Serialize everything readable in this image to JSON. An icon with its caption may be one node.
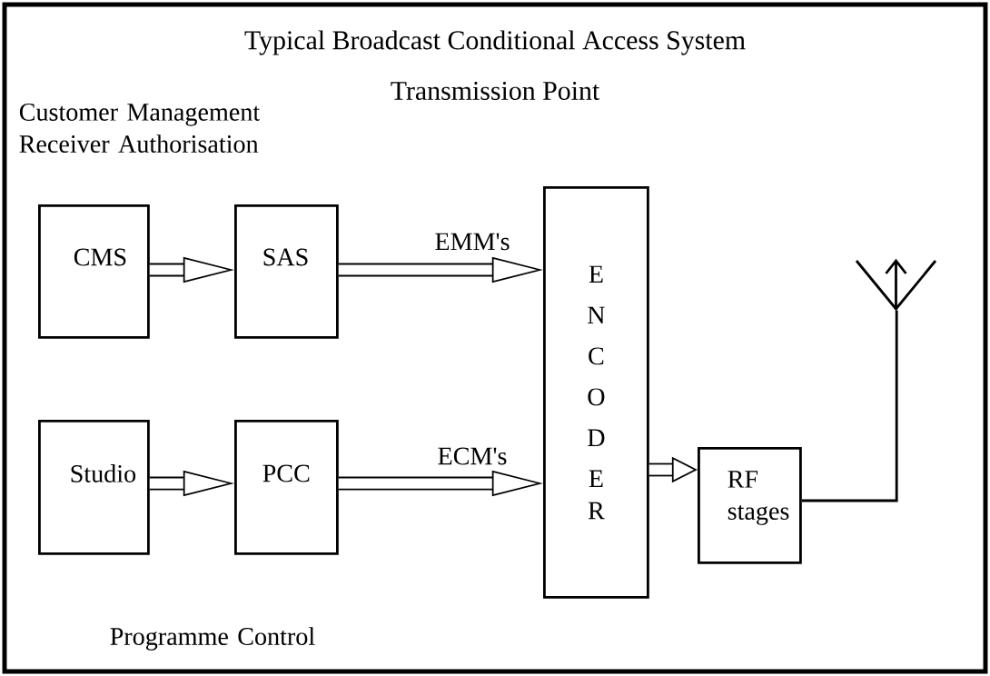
{
  "diagram": {
    "title": "Typical Broadcast Conditional Access System",
    "caption": "Transmission Point",
    "nodes": [
      {
        "text": [
          "CMS"
        ]
      },
      {
        "text": [
          "SAS"
        ]
      },
      {
        "text": [
          "ENCODER"
        ]
      },
      {
        "text": [
          "RF stages"
        ]
      },
      {
        "text": [
          "Studio"
        ]
      },
      {
        "text": [
          "PCC"
        ]
      },
      {
        "text": [],
        "shape": "antenna"
      }
    ],
    "edges": [
      {
        "from": 0,
        "to": 1,
        "arrow": "to"
      },
      {
        "from": 1,
        "to": 2,
        "arrow": "to",
        "label": "EMM's"
      },
      {
        "from": 4,
        "to": 5,
        "arrow": "to"
      },
      {
        "from": 5,
        "to": 2,
        "arrow": "to",
        "label": "ECM's"
      },
      {
        "from": 2,
        "to": 3,
        "arrow": "to"
      },
      {
        "from": 3,
        "to": 6,
        "arrow": "none"
      }
    ],
    "labels": [
      "Customer Management Receiver Authorisation",
      "Programme Control"
    ]
  }
}
